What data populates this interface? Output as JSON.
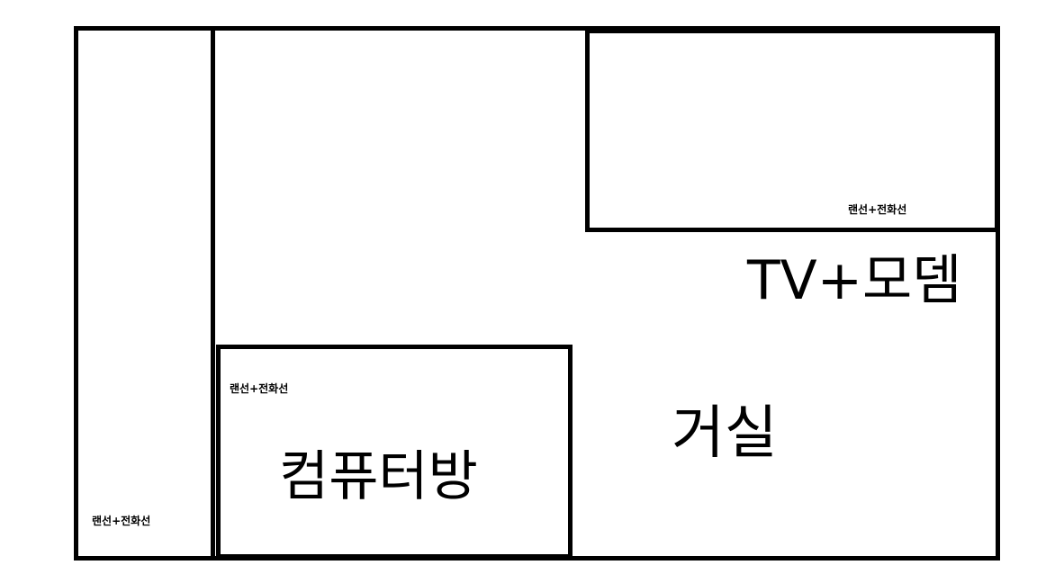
{
  "rooms": {
    "living_room": {
      "label": "거실"
    },
    "computer_room": {
      "label": "컴퓨터방",
      "cable_label": "랜선+전화선"
    },
    "left_room": {
      "cable_label": "랜선+전화선"
    },
    "top_right_room": {
      "cable_label": "랜선+전화선"
    },
    "tv_modem": {
      "label": "TV+모뎀"
    }
  }
}
